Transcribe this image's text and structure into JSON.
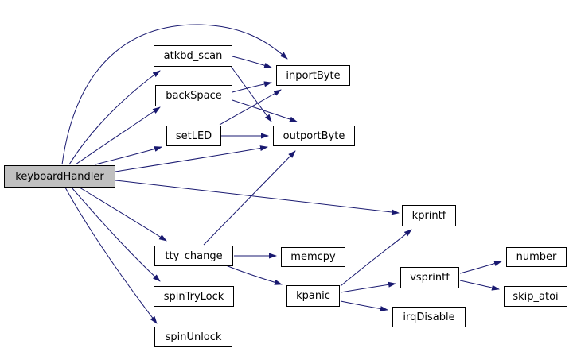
{
  "diagram": {
    "type": "call-graph",
    "colors": {
      "background": "#ffffff",
      "edge": "#191970",
      "node_border": "#000000",
      "node_fill": "#ffffff",
      "highlight_node_fill": "#c0c0c0",
      "text": "#000000"
    },
    "nodes": [
      {
        "id": "keyboardHandler",
        "label": "keyboardHandler",
        "highlighted": true
      },
      {
        "id": "atkbd_scan",
        "label": "atkbd_scan",
        "highlighted": false
      },
      {
        "id": "backSpace",
        "label": "backSpace",
        "highlighted": false
      },
      {
        "id": "setLED",
        "label": "setLED",
        "highlighted": false
      },
      {
        "id": "inportByte",
        "label": "inportByte",
        "highlighted": false
      },
      {
        "id": "outportByte",
        "label": "outportByte",
        "highlighted": false
      },
      {
        "id": "kprintf",
        "label": "kprintf",
        "highlighted": false
      },
      {
        "id": "tty_change",
        "label": "tty_change",
        "highlighted": false
      },
      {
        "id": "memcpy",
        "label": "memcpy",
        "highlighted": false
      },
      {
        "id": "spinTryLock",
        "label": "spinTryLock",
        "highlighted": false
      },
      {
        "id": "spinUnlock",
        "label": "spinUnlock",
        "highlighted": false
      },
      {
        "id": "kpanic",
        "label": "kpanic",
        "highlighted": false
      },
      {
        "id": "vsprintf",
        "label": "vsprintf",
        "highlighted": false
      },
      {
        "id": "irqDisable",
        "label": "irqDisable",
        "highlighted": false
      },
      {
        "id": "number",
        "label": "number",
        "highlighted": false
      },
      {
        "id": "skip_atoi",
        "label": "skip_atoi",
        "highlighted": false
      }
    ],
    "edges": [
      {
        "from": "keyboardHandler",
        "to": "inportByte"
      },
      {
        "from": "keyboardHandler",
        "to": "atkbd_scan"
      },
      {
        "from": "keyboardHandler",
        "to": "backSpace"
      },
      {
        "from": "keyboardHandler",
        "to": "setLED"
      },
      {
        "from": "keyboardHandler",
        "to": "outportByte"
      },
      {
        "from": "keyboardHandler",
        "to": "kprintf"
      },
      {
        "from": "keyboardHandler",
        "to": "tty_change"
      },
      {
        "from": "keyboardHandler",
        "to": "spinTryLock"
      },
      {
        "from": "keyboardHandler",
        "to": "spinUnlock"
      },
      {
        "from": "atkbd_scan",
        "to": "inportByte"
      },
      {
        "from": "atkbd_scan",
        "to": "outportByte"
      },
      {
        "from": "backSpace",
        "to": "inportByte"
      },
      {
        "from": "backSpace",
        "to": "outportByte"
      },
      {
        "from": "setLED",
        "to": "inportByte"
      },
      {
        "from": "setLED",
        "to": "outportByte"
      },
      {
        "from": "tty_change",
        "to": "outportByte"
      },
      {
        "from": "tty_change",
        "to": "memcpy"
      },
      {
        "from": "tty_change",
        "to": "kpanic"
      },
      {
        "from": "kpanic",
        "to": "kprintf"
      },
      {
        "from": "kpanic",
        "to": "vsprintf"
      },
      {
        "from": "kpanic",
        "to": "irqDisable"
      },
      {
        "from": "vsprintf",
        "to": "number"
      },
      {
        "from": "vsprintf",
        "to": "skip_atoi"
      }
    ]
  }
}
